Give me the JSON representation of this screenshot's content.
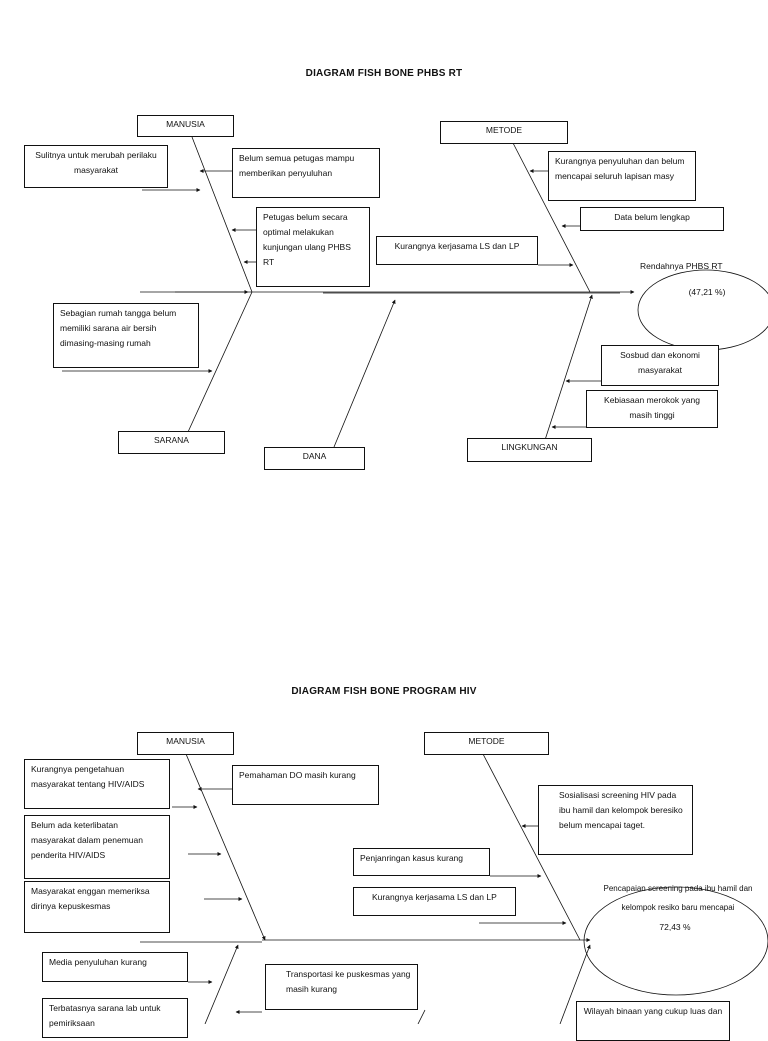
{
  "diagram1": {
    "title": "DIAGRAM FISH BONE  PHBS RT",
    "categories": {
      "manusia": "MANUSIA",
      "metode": "METODE",
      "sarana": "SARANA",
      "dana": "DANA",
      "lingkungan": "LINGKUNGAN"
    },
    "causes": {
      "sulit": "Sulitnya untuk merubah perilaku masyarakat",
      "belum_semua": "Belum semua petugas mampu memberikan penyuluhan",
      "petugas": "Petugas belum secara optimal melakukan kunjungan ulang PHBS RT",
      "penyuluhan": "Kurangnya penyuluhan dan belum mencapai seluruh lapisan masy",
      "data": "Data belum lengkap",
      "kerjasama": "Kurangnya kerjasama LS dan LP",
      "rumah": "Sebagian rumah tangga belum memiliki sarana air bersih dimasing-masing rumah",
      "sosbud": "Sosbud dan ekonomi masyarakat",
      "merokok": "Kebiasaan merokok yang masih tinggi"
    },
    "effect": {
      "label": "Rendahnya PHBS RT",
      "value": "(47,21 %)"
    }
  },
  "diagram2": {
    "title": "DIAGRAM FISH BONE   PROGRAM HIV",
    "categories": {
      "manusia": "MANUSIA",
      "metode": "METODE"
    },
    "causes": {
      "pengetahuan": "Kurangnya pengetahuan masyarakat tentang HIV/AIDS",
      "pemahaman": "Pemahaman DO masih kurang",
      "keterlibatan": "Belum ada keterlibatan masyarakat dalam penemuan penderita HIV/AIDS",
      "enggan": "Masyarakat enggan memeriksa dirinya kepuskesmas",
      "sosialisasi": "Sosialisasi screening HIV pada ibu hamil  dan kelompok beresiko belum mencapai taget.",
      "penjaringan": "Penjanringan kasus kurang",
      "kerjasama": "Kurangnya kerjasama LS dan LP",
      "media": "Media penyuluhan kurang",
      "transportasi": "Transportasi ke puskesmas yang masih kurang",
      "sarana_lab": "Terbatasnya sarana lab untuk pemiriksaan",
      "wilayah": "Wilayah binaan yang cukup luas dan"
    },
    "effect": {
      "label": "Pencapaian screening pada ibu hamil dan kelompok resiko baru mencapai",
      "value": "72,43 %"
    }
  }
}
